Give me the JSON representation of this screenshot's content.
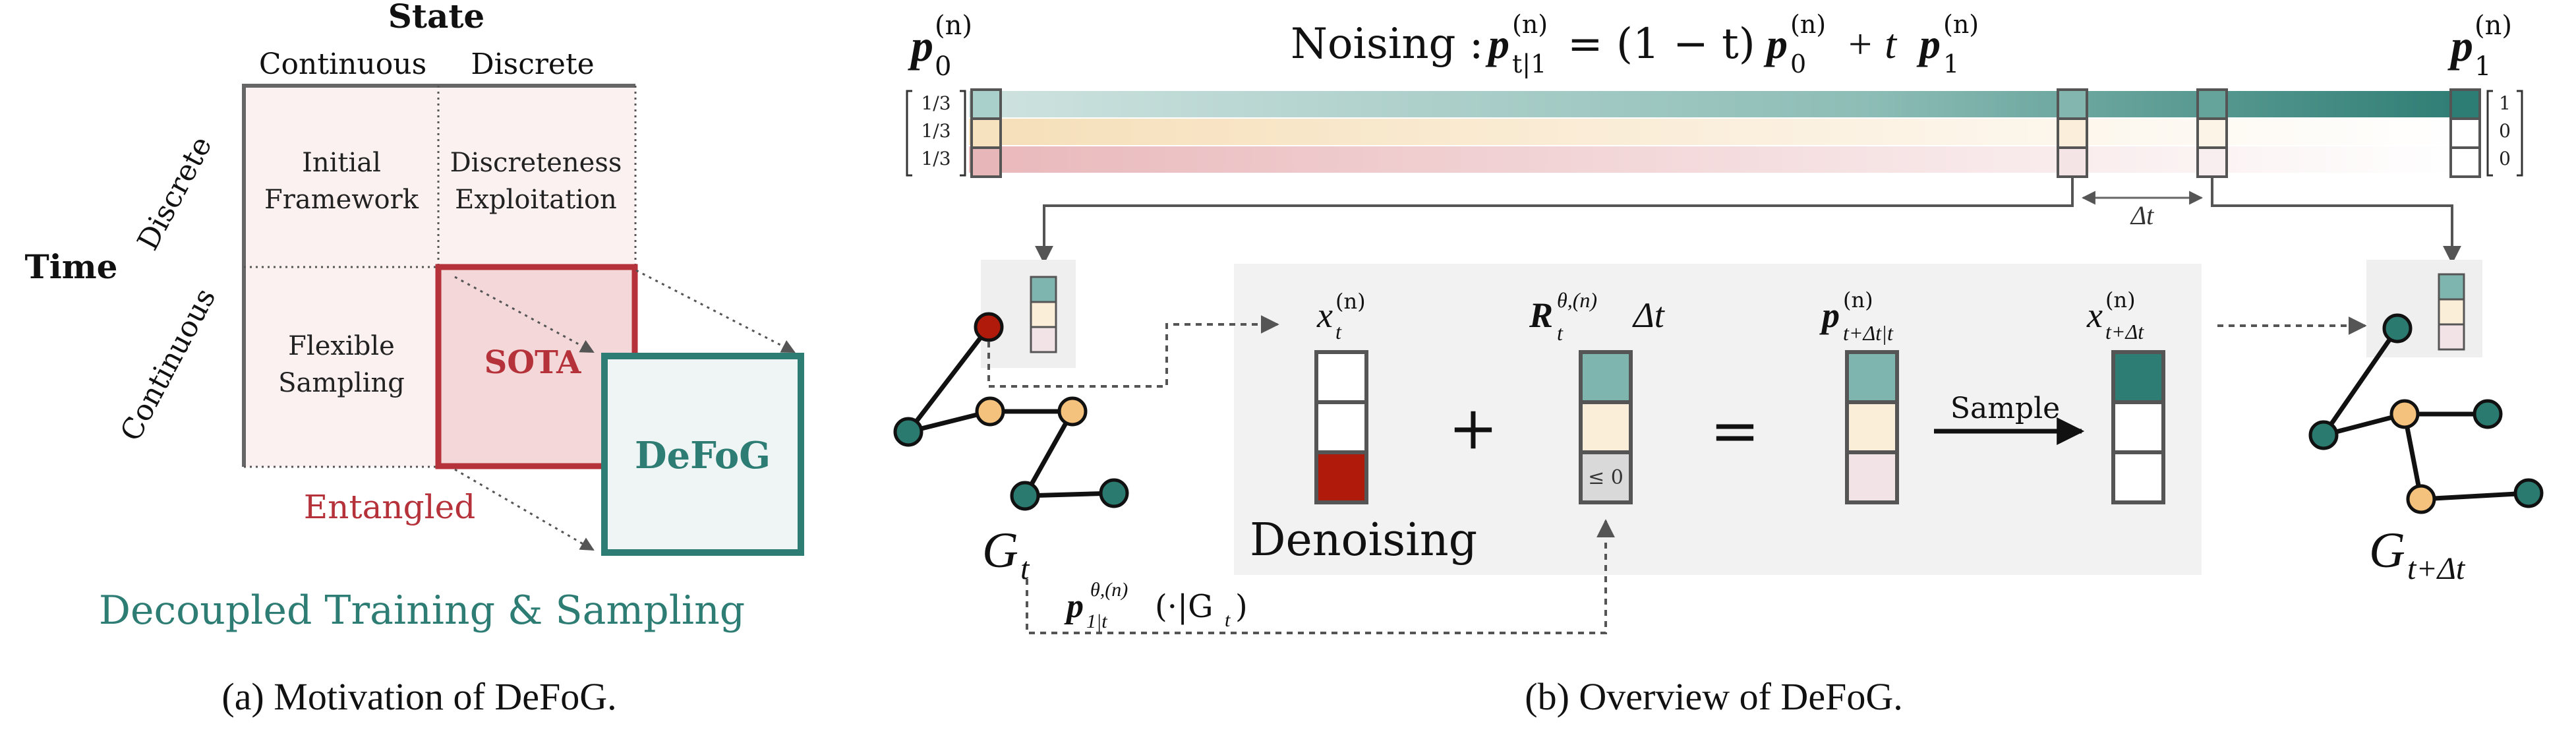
{
  "panel_a": {
    "header": "State",
    "col_labels": [
      "Continuous",
      "Discrete"
    ],
    "row_axis_label": "Time",
    "row_labels": [
      "Discrete",
      "Continuous"
    ],
    "cells": {
      "tl": [
        "Initial",
        "Framework"
      ],
      "tr": [
        "Discreteness",
        "Exploitation"
      ],
      "bl": [
        "Flexible",
        "Sampling"
      ],
      "br": "SOTA"
    },
    "defog_box": "DeFoG",
    "entangled": "Entangled",
    "decoupled": "Decoupled Training & Sampling",
    "caption": "(a) Motivation of DeFoG.",
    "colors": {
      "red": "#b5323a",
      "teal": "#2e7d74"
    }
  },
  "panel_b": {
    "noising": {
      "prefix": "Noising :",
      "equation": "p_{t|1}^{(n)} = (1 − t) p_0^{(n)} + t p_1^{(n)}",
      "eq_lhs": "p",
      "eq_lhs_sub": "t|1",
      "eq_sup": "(n)",
      "eq_mid": "= (1 − t)",
      "eq_p0": "p",
      "eq_p0_sub": "0",
      "eq_plus_t": "+ t",
      "eq_p1": "p",
      "eq_p1_sub": "1"
    },
    "p0_label": {
      "main": "p",
      "sub": "0",
      "sup": "(n)"
    },
    "p1_label": {
      "main": "p",
      "sub": "1",
      "sup": "(n)"
    },
    "p0_values": [
      "1/3",
      "1/3",
      "1/3"
    ],
    "p1_values": [
      "1",
      "0",
      "0"
    ],
    "delta_t": "Δt",
    "gt_label": {
      "main": "G",
      "sub": "t"
    },
    "gtdt_label": {
      "main": "G",
      "sub": "t+Δt"
    },
    "xt_label": {
      "main": "x",
      "sub": "t",
      "sup": "(n)"
    },
    "rate_label": {
      "main": "R",
      "sub": "t",
      "sup": "θ,(n)",
      "tail": "Δt"
    },
    "p_step_label": {
      "main": "p",
      "sub": "t+Δt|t",
      "sup": "(n)"
    },
    "xnext_label": {
      "main": "x",
      "sub": "t+Δt",
      "sup": "(n)"
    },
    "plus": "+",
    "equals": "=",
    "sample": "Sample",
    "leq_zero": "≤ 0",
    "denoising": "Denoising",
    "predictor_label": {
      "main": "p",
      "sub": "1|t",
      "sup": "θ,(n)",
      "tail": "(·|G",
      "tail_sub": "t",
      "tail_end": ")"
    },
    "caption": "(b) Overview of DeFoG.",
    "colors": {
      "teal": "#7eb5ae",
      "teal_dark": "#2e7d74",
      "orange": "#fbeed9",
      "pink": "#f2e4e6",
      "red": "#b01a0a",
      "node_orange": "#f4c27c",
      "node_teal": "#2a7a70",
      "panel_bg": "#f2f2f2"
    }
  }
}
